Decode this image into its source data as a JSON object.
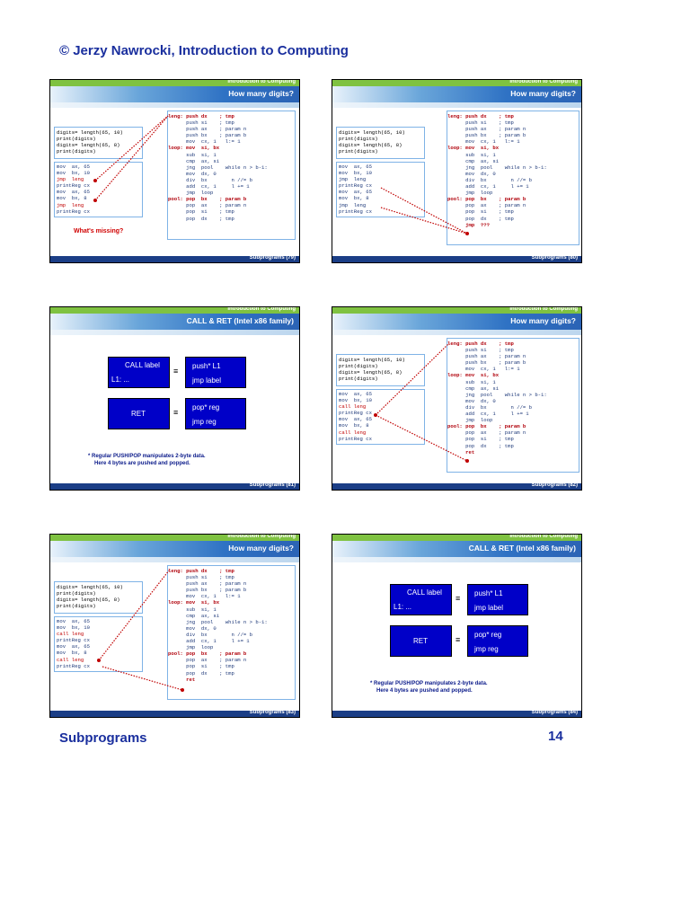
{
  "page": {
    "header": "© Jerzy Nawrocki, Introduction to Computing",
    "footer_left": "Subprograms",
    "footer_right": "14"
  },
  "course_label": "Introduction to Computing",
  "slides": [
    {
      "title": "How many digits?",
      "number": "Subprograms (79)",
      "left_top": [
        "digits= length(65, 10)",
        "print(digits)",
        "digits= length(65, 8)",
        "print(digits)"
      ],
      "left_bottom": [
        "mov  ax, 65",
        "mov  bx, 10",
        "jmp  leng",
        "printReg cx",
        "mov  ax, 65",
        "mov  bx, 8",
        "jmp  leng",
        "printReg cx"
      ],
      "right": [
        "leng: push dx    ; tmp",
        "      push si    ; tmp",
        "      push ax    ; param n",
        "      push bx    ; param b",
        "      mov  cx, 1   l:= 1",
        "loop: mov  si, bx",
        "      sub  si, 1",
        "      cmp  ax, si",
        "      jng  pool    while n > b-1:",
        "      mov  dx, 0",
        "      div  bx        n //= b",
        "      add  cx, 1     l += 1",
        "      jmp  loop",
        "pool: pop  bx    ; param b",
        "      pop  ax    ; param n",
        "      pop  si    ; tmp",
        "      pop  dx    ; tmp"
      ],
      "missing": "What's missing?"
    },
    {
      "title": "How many digits?",
      "number": "Subprograms (80)",
      "left_top": [
        "digits= length(65, 10)",
        "print(digits)",
        "digits= length(65, 8)",
        "print(digits)"
      ],
      "left_bottom": [
        "mov  ax, 65",
        "mov  bx, 10",
        "jmp  leng",
        "printReg cx",
        "mov  ax, 65",
        "mov  bx, 8",
        "jmp  leng",
        "printReg cx"
      ],
      "right": [
        "leng: push dx    ; tmp",
        "      push si    ; tmp",
        "      push ax    ; param n",
        "      push bx    ; param b",
        "      mov  cx, 1   l:= 1",
        "loop: mov  si, bx",
        "      sub  si, 1",
        "      cmp  ax, si",
        "      jng  pool    while n > b-1:",
        "      mov  dx, 0",
        "      div  bx        n //= b",
        "      add  cx, 1     l += 1",
        "      jmp  loop",
        "pool: pop  bx    ; param b",
        "      pop  ax    ; param n",
        "      pop  si    ; tmp",
        "      pop  dx    ; tmp",
        "      jmp  ???"
      ]
    },
    {
      "title": "CALL & RET (Intel x86 family)",
      "number": "Subprograms (81)",
      "call_label": "CALL label",
      "l1_label": "L1: ...",
      "push_label": "push* L1",
      "jmp_label": "jmp label",
      "ret_label": "RET",
      "pop_label": "pop* reg",
      "jmp_reg": "jmp reg",
      "eq": "≡",
      "note": [
        "* Regular PUSH/POP manipulates 2-byte data.",
        "Here 4 bytes are pushed and popped."
      ]
    },
    {
      "title": "How many digits?",
      "number": "Subprograms (82)",
      "left_top": [
        "digits= length(65, 10)",
        "print(digits)",
        "digits= length(65, 8)",
        "print(digits)"
      ],
      "left_bottom": [
        "mov  ax, 65",
        "mov  bx, 10",
        "call leng",
        "printReg cx",
        "mov  ax, 65",
        "mov  bx, 8",
        "call leng",
        "printReg cx"
      ],
      "right": [
        "leng: push dx    ; tmp",
        "      push si    ; tmp",
        "      push ax    ; param n",
        "      push bx    ; param b",
        "      mov  cx, 1   l:= 1",
        "loop: mov  si, bx",
        "      sub  si, 1",
        "      cmp  ax, si",
        "      jng  pool    while n > b-1:",
        "      mov  dx, 0",
        "      div  bx        n //= b",
        "      add  cx, 1     l += 1",
        "      jmp  loop",
        "pool: pop  bx    ; param b",
        "      pop  ax    ; param n",
        "      pop  si    ; tmp",
        "      pop  dx    ; tmp",
        "      ret"
      ]
    },
    {
      "title": "How many digits?",
      "number": "Subprograms (83)",
      "left_top": [
        "digits= length(65, 10)",
        "print(digits)",
        "digits= length(65, 8)",
        "print(digits)"
      ],
      "left_bottom": [
        "mov  ax, 65",
        "mov  bx, 10",
        "call leng",
        "printReg cx",
        "mov  ax, 65",
        "mov  bx, 8",
        "call leng",
        "printReg cx"
      ],
      "right": [
        "leng: push dx    ; tmp",
        "      push si    ; tmp",
        "      push ax    ; param n",
        "      push bx    ; param b",
        "      mov  cx, 1   l:= 1",
        "loop: mov  si, bx",
        "      sub  si, 1",
        "      cmp  ax, si",
        "      jng  pool    while n > b-1:",
        "      mov  dx, 0",
        "      div  bx        n //= b",
        "      add  cx, 1     l += 1",
        "      jmp  loop",
        "pool: pop  bx    ; param b",
        "      pop  ax    ; param n",
        "      pop  si    ; tmp",
        "      pop  dx    ; tmp",
        "      ret"
      ]
    },
    {
      "title": "CALL & RET (Intel x86 family)",
      "number": "Subprograms (84)",
      "call_label": "CALL label",
      "l1_label": "L1: ...",
      "push_label": "push* L1",
      "jmp_label": "jmp label",
      "ret_label": "RET",
      "pop_label": "pop* reg",
      "jmp_reg": "jmp reg",
      "eq": "≡",
      "note": [
        "* Regular PUSH/POP manipulates 2-byte data.",
        "Here 4 bytes are pushed and popped."
      ]
    }
  ]
}
